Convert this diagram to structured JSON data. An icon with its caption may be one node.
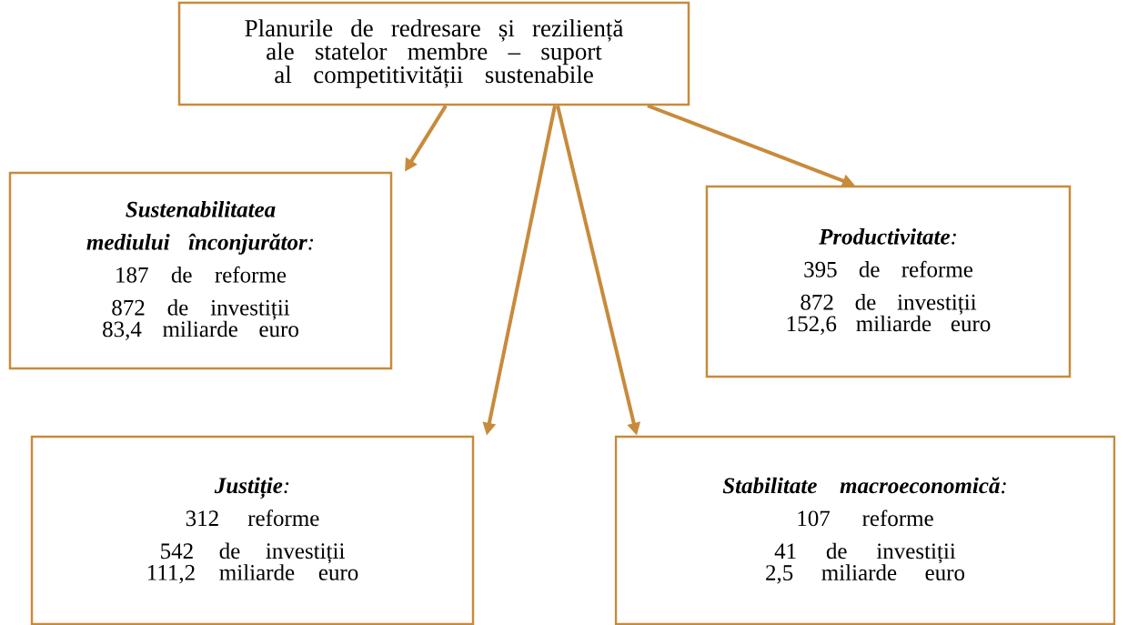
{
  "diagram": {
    "nodes": [
      {
        "text": [
          "Planurile de redresare și reziliență ale statelor membre – suport al competitivității sustenabile"
        ]
      },
      {
        "text": [
          "**Sustenabilitatea mediului înconjurător**:",
          "187 de reforme",
          "872 de investiții",
          "83,4 miliarde euro"
        ]
      },
      {
        "text": [
          "**Productivitate**:",
          "395 de reforme",
          "872 de investiții",
          "152,6 miliarde euro"
        ]
      },
      {
        "text": [
          "**Justiție**:",
          "312 reforme",
          "542 de investiții",
          "111,2 miliarde euro"
        ]
      },
      {
        "text": [
          "**Stabilitate macroeconomică**:",
          "107 reforme",
          "41 de investiții",
          "2,5 miliarde euro"
        ]
      }
    ],
    "edges": [
      {
        "from": 0,
        "to": 1,
        "arrow": "to"
      },
      {
        "from": 0,
        "to": 3,
        "arrow": "to"
      },
      {
        "from": 0,
        "to": 4,
        "arrow": "to"
      },
      {
        "from": 0,
        "to": 2,
        "arrow": "to"
      }
    ]
  }
}
